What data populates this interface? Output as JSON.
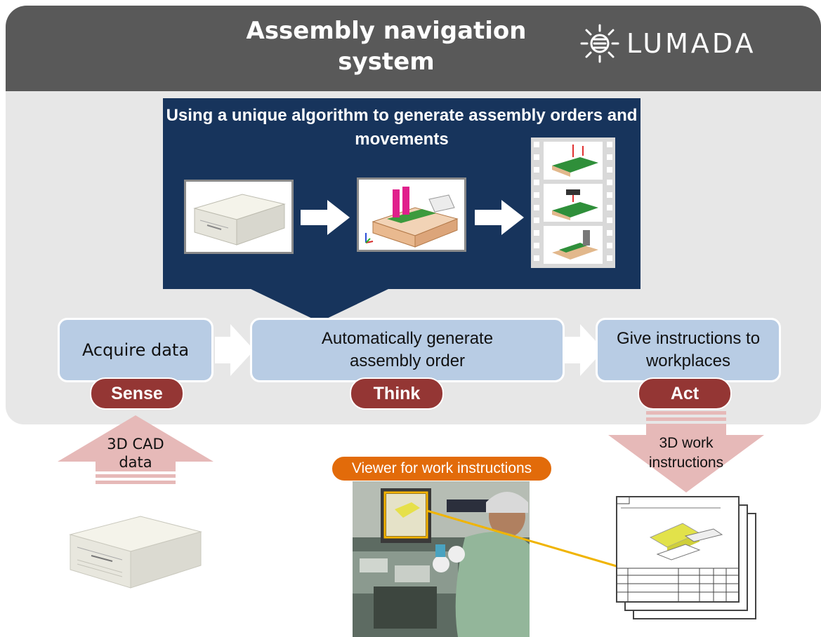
{
  "header": {
    "title": "Assembly navigation system",
    "logo_text": "LUMADA"
  },
  "algorithm": {
    "title": "Using a unique algorithm to generate assembly orders and movements"
  },
  "process": {
    "steps": [
      {
        "label": "Acquire data",
        "stage": "Sense"
      },
      {
        "label": "Automatically generate assembly order",
        "stage": "Think"
      },
      {
        "label": "Give instructions to workplaces",
        "stage": "Act"
      }
    ]
  },
  "inputs": {
    "cad_label": "3D CAD data"
  },
  "outputs": {
    "work_label": "3D work instructions",
    "viewer_label": "Viewer for work instructions"
  },
  "colors": {
    "header": "#595959",
    "panel": "#e7e7e7",
    "algorithm_box": "#17345c",
    "process_box": "#b8cce4",
    "stage_pill": "#943634",
    "pink_arrow": "#e6b9b8",
    "viewer_badge": "#e26b0a"
  }
}
